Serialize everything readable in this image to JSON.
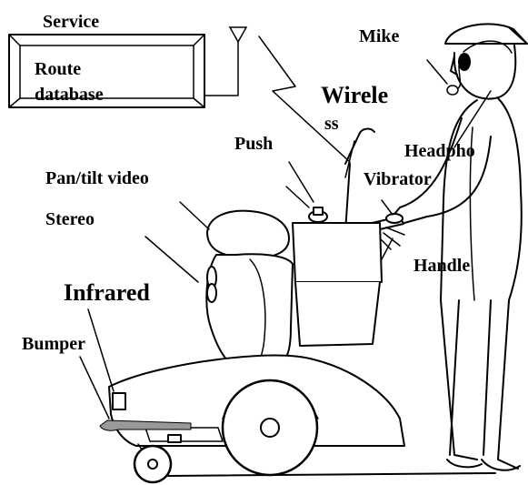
{
  "labels": {
    "service": "Service",
    "route_line1": "Route",
    "route_line2": "database",
    "wireless_line1": "Wirele",
    "wireless_line2": "ss",
    "mike": "Mike",
    "headphones": "Headpho",
    "push": "Push",
    "pan_tilt_video": "Pan/tilt video",
    "vibrator": "Vibrator",
    "stereo": "Stereo",
    "handle": "Handle",
    "infrared": "Infrared",
    "bumper": "Bumper"
  },
  "colors": {
    "bumper_gray": "#999999",
    "ink": "#000000",
    "background": "#ffffff"
  }
}
